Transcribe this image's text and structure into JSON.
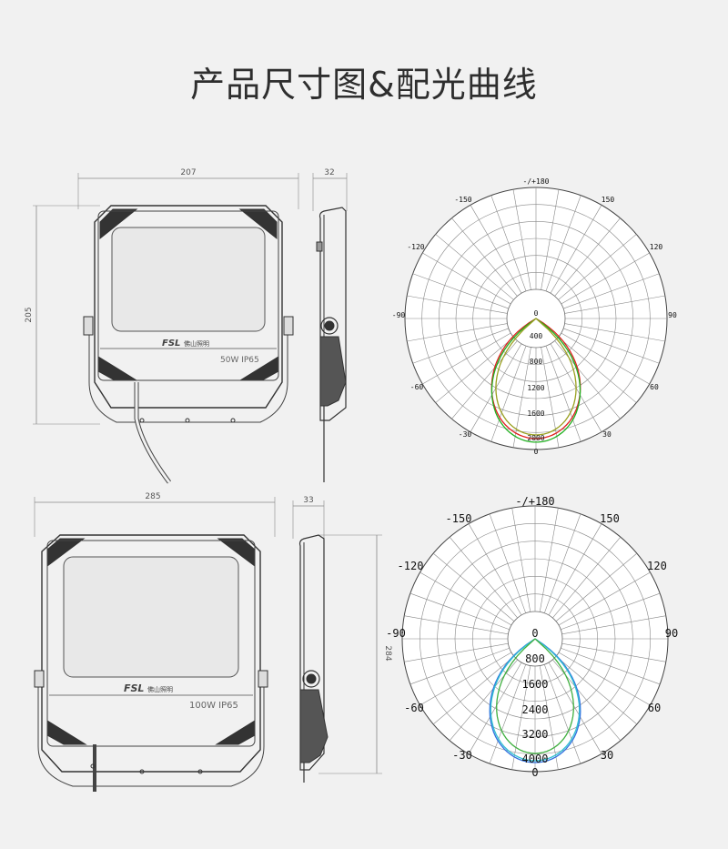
{
  "title": "产品尺寸图&配光曲线",
  "products": [
    {
      "front_width": "207",
      "side_depth": "32",
      "height": "205",
      "brand": "FSL",
      "brand_cn": "佛山照明",
      "model_label": "50W  IP65"
    },
    {
      "front_width": "285",
      "side_depth": "33",
      "height": "284",
      "brand": "FSL",
      "brand_cn": "佛山照明",
      "model_label": "100W  IP65"
    }
  ],
  "polar_charts": [
    {
      "angle_labels": {
        "top": "-/+180",
        "m150": "-150",
        "p150": "150",
        "m120": "-120",
        "p120": "120",
        "m90": "-90",
        "p90": "90",
        "m60": "-60",
        "p60": "60",
        "m30": "-30",
        "p30": "30",
        "bottom": "0"
      },
      "radial_labels": [
        "0",
        "400",
        "800",
        "1200",
        "1600",
        "2000"
      ],
      "curve_colors": [
        "#e02020",
        "#20b020",
        "#9aa020"
      ]
    },
    {
      "angle_labels": {
        "top": "-/+180",
        "m150": "-150",
        "p150": "150",
        "m120": "-120",
        "p120": "120",
        "m90": "-90",
        "p90": "90",
        "m60": "-60",
        "p60": "60",
        "m30": "-30",
        "p30": "30",
        "bottom": "0"
      },
      "radial_labels": [
        "0",
        "800",
        "1600",
        "2400",
        "3200",
        "4000"
      ],
      "curve_colors": [
        "#3070e0",
        "#30c0d0",
        "#40b040"
      ]
    }
  ]
}
